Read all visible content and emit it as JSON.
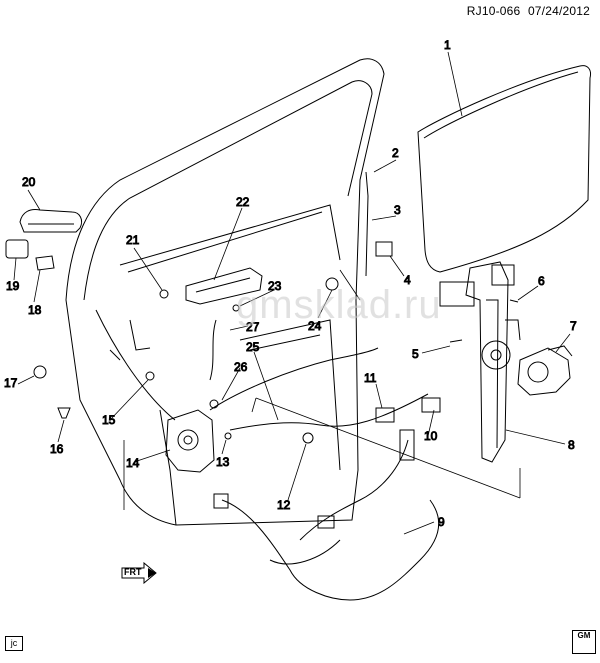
{
  "header": {
    "ref_code": "RJ10-066",
    "date": "07/24/2012"
  },
  "watermark": "gmsklad.ru",
  "footer": {
    "corner_tag": "jc",
    "logo_text": "GM"
  },
  "direction_arrow": {
    "label": "FRT"
  },
  "callouts": [
    {
      "id": "1",
      "name": "callout-1"
    },
    {
      "id": "2",
      "name": "callout-2"
    },
    {
      "id": "3",
      "name": "callout-3"
    },
    {
      "id": "4",
      "name": "callout-4"
    },
    {
      "id": "5",
      "name": "callout-5"
    },
    {
      "id": "6",
      "name": "callout-6"
    },
    {
      "id": "7",
      "name": "callout-7"
    },
    {
      "id": "8",
      "name": "callout-8"
    },
    {
      "id": "9",
      "name": "callout-9"
    },
    {
      "id": "10",
      "name": "callout-10"
    },
    {
      "id": "11",
      "name": "callout-11"
    },
    {
      "id": "12",
      "name": "callout-12"
    },
    {
      "id": "13",
      "name": "callout-13"
    },
    {
      "id": "14",
      "name": "callout-14"
    },
    {
      "id": "15",
      "name": "callout-15"
    },
    {
      "id": "16",
      "name": "callout-16"
    },
    {
      "id": "17",
      "name": "callout-17"
    },
    {
      "id": "18",
      "name": "callout-18"
    },
    {
      "id": "19",
      "name": "callout-19"
    },
    {
      "id": "20",
      "name": "callout-20"
    },
    {
      "id": "21",
      "name": "callout-21"
    },
    {
      "id": "22",
      "name": "callout-22"
    },
    {
      "id": "23",
      "name": "callout-23"
    },
    {
      "id": "24",
      "name": "callout-24"
    },
    {
      "id": "25",
      "name": "callout-25"
    },
    {
      "id": "26",
      "name": "callout-26"
    },
    {
      "id": "27",
      "name": "callout-27"
    }
  ]
}
